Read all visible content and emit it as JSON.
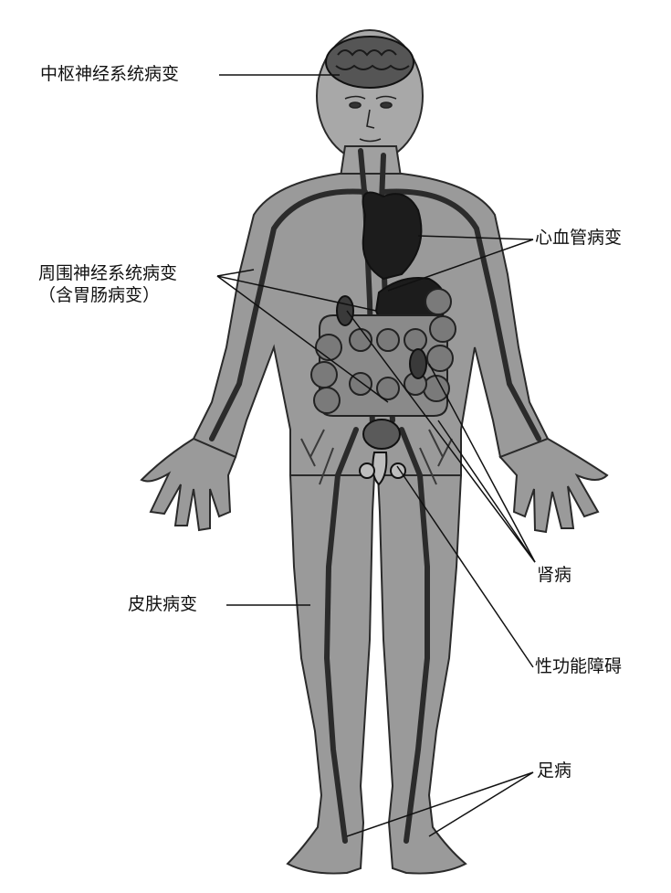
{
  "labels": {
    "cns": "中枢神经系统病变",
    "cardiovascular": "心血管病变",
    "pns_line1": "周围神经系统病变",
    "pns_line2": "（含胃肠病变）",
    "kidney": "肾病",
    "skin": "皮肤病变",
    "sexual": "性功能障碍",
    "foot": "足病"
  },
  "colors": {
    "body_fill": "#9a9a9a",
    "body_outline": "#2a2a2a",
    "vessel": "#2b2b2b",
    "organ_dark": "#1c1c1c",
    "intestine": "#7a7a7a",
    "leader_line": "#111111"
  },
  "icons": [
    "brain-icon",
    "heart-icon",
    "stomach-icon",
    "intestine-icon",
    "kidney-icon",
    "bladder-icon"
  ]
}
